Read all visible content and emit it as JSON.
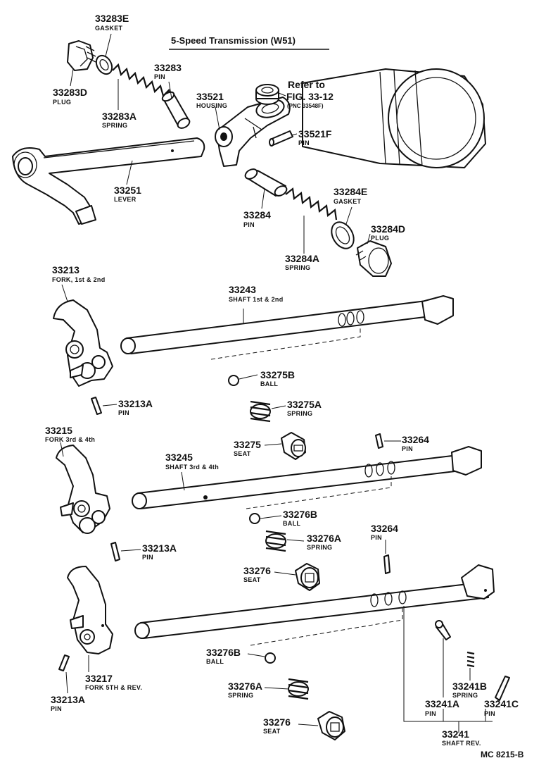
{
  "title": "5-Speed Transmission (W51)",
  "footer_code": "MC 8215-B",
  "reference": {
    "line1": "Refer to",
    "line2": "FIG. 33-12",
    "line3": "(PNC 33548F)"
  },
  "parts": {
    "p33283E": {
      "number": "33283E",
      "name": "GASKET"
    },
    "p33283": {
      "number": "33283",
      "name": "PIN"
    },
    "p33283D": {
      "number": "33283D",
      "name": "PLUG"
    },
    "p33283A": {
      "number": "33283A",
      "name": "SPRING"
    },
    "p33521": {
      "number": "33521",
      "name": "HOUSING"
    },
    "p33521F": {
      "number": "33521F",
      "name": "PIN"
    },
    "p33251": {
      "number": "33251",
      "name": "LEVER"
    },
    "p33284E": {
      "number": "33284E",
      "name": "GASKET"
    },
    "p33284": {
      "number": "33284",
      "name": "PIN"
    },
    "p33284D": {
      "number": "33284D",
      "name": "PLUG"
    },
    "p33284A": {
      "number": "33284A",
      "name": "SPRING"
    },
    "p33213": {
      "number": "33213",
      "name": "FORK, 1st & 2nd"
    },
    "p33243": {
      "number": "33243",
      "name": "SHAFT  1st & 2nd"
    },
    "p33275B": {
      "number": "33275B",
      "name": "BALL"
    },
    "p33213A_1": {
      "number": "33213A",
      "name": "PIN"
    },
    "p33275A": {
      "number": "33275A",
      "name": "SPRING"
    },
    "p33215": {
      "number": "33215",
      "name": "FORK 3rd & 4th"
    },
    "p33275": {
      "number": "33275",
      "name": "SEAT"
    },
    "p33264_1": {
      "number": "33264",
      "name": "PIN"
    },
    "p33245": {
      "number": "33245",
      "name": "SHAFT  3rd & 4th"
    },
    "p33276B_1": {
      "number": "33276B",
      "name": "BALL"
    },
    "p33276A_1": {
      "number": "33276A",
      "name": "SPRING"
    },
    "p33213A_2": {
      "number": "33213A",
      "name": "PIN"
    },
    "p33264_2": {
      "number": "33264",
      "name": "PIN"
    },
    "p33276_1": {
      "number": "33276",
      "name": "SEAT"
    },
    "p33217": {
      "number": "33217",
      "name": "FORK 5TH & REV."
    },
    "p33213A_3": {
      "number": "33213A",
      "name": "PIN"
    },
    "p33276B_2": {
      "number": "33276B",
      "name": "BALL"
    },
    "p33241B": {
      "number": "33241B",
      "name": "SPRING"
    },
    "p33276A_2": {
      "number": "33276A",
      "name": "SPRING"
    },
    "p33241A": {
      "number": "33241A",
      "name": "PIN"
    },
    "p33241C": {
      "number": "33241C",
      "name": "PIN"
    },
    "p33276_2": {
      "number": "33276",
      "name": "SEAT"
    },
    "p33241": {
      "number": "33241",
      "name": "SHAFT REV."
    }
  }
}
